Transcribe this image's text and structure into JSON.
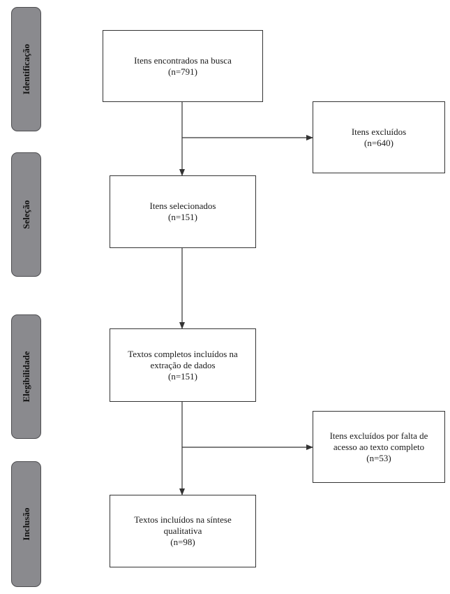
{
  "stages": [
    {
      "id": "identificacao",
      "label": "Identificação"
    },
    {
      "id": "selecao",
      "label": "Seleção"
    },
    {
      "id": "elegibilidade",
      "label": "Elegibilidade"
    },
    {
      "id": "inclusao",
      "label": "Inclusão"
    }
  ],
  "boxes": {
    "found": {
      "line1": "Itens encontrados na busca",
      "count": "(n=791)"
    },
    "excluded": {
      "line1": "Itens excluídos",
      "count": "(n=640)"
    },
    "selected": {
      "line1": "Itens selecionados",
      "count": "(n=151)"
    },
    "fulltext": {
      "line1": "Textos completos incluídos na",
      "line2": "extração de dados",
      "count": "(n=151)"
    },
    "no_access": {
      "line1": "Itens excluídos por falta de",
      "line2": "acesso ao texto completo",
      "count": "(n=53)"
    },
    "synthesis": {
      "line1": "Textos incluídos na síntese",
      "line2": "qualitativa",
      "count": "(n=98)"
    }
  },
  "colors": {
    "stage_fill": "#8a8a8e",
    "stage_border": "#4d4d50",
    "box_border": "#333333",
    "connector": "#333333"
  }
}
